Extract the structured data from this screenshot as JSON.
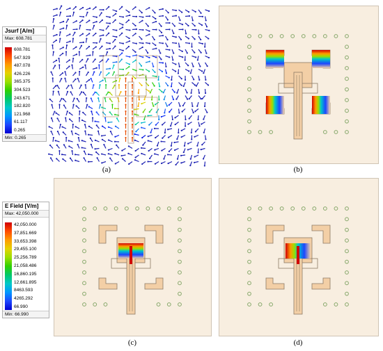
{
  "panels": [
    {
      "caption": "(a)"
    },
    {
      "caption": "(b)"
    },
    {
      "caption": "(c)"
    },
    {
      "caption": "(d)"
    }
  ],
  "legend_j": {
    "title": "Jsurf [A/m]",
    "max": "Max: 608.781",
    "min": "Min: 0.265",
    "ticks": [
      "608.781",
      "547.929",
      "487.078",
      "426.226",
      "365.375",
      "304.523",
      "243.671",
      "182.820",
      "121.968",
      "61.117",
      "0.265"
    ]
  },
  "legend_e": {
    "title": "E Field [V/m]",
    "max": "Max: 42,050.000",
    "min": "Min: 66.990",
    "ticks": [
      "42,050.000",
      "37,851.669",
      "33,653.398",
      "29,455.100",
      "25,256.789",
      "21,058.486",
      "16,860.195",
      "12,661.895",
      "8463.593",
      "4265.292",
      "66.990"
    ]
  },
  "colors": {
    "panel_bg": "#f8eee0",
    "patch": "#f3cfa6",
    "via": "#86a86a",
    "arrow": "#1f24b4"
  }
}
